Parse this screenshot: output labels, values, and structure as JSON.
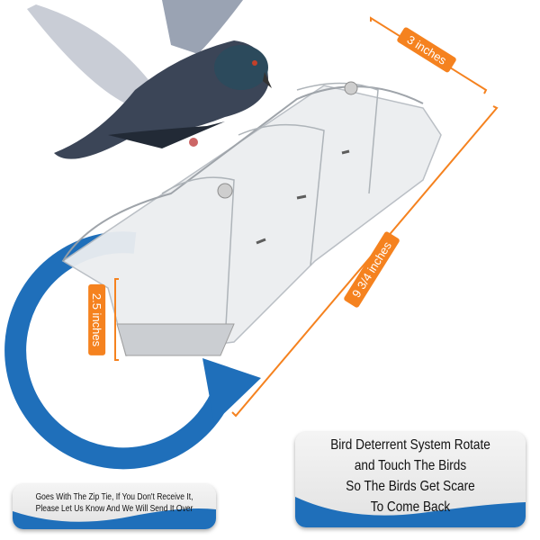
{
  "dimensions": {
    "width_label": "3 inches",
    "length_label": "9 3/4 inches",
    "height_label": "2.5 inches"
  },
  "notes": {
    "zip_tie_lines": [
      "Goes With The Zip Tie, If You Don't Receive It,",
      "Please Let Us Know And We Will Send It Over"
    ],
    "feature_lines": [
      "Bird Deterrent System Rotate",
      "and Touch The Birds",
      "So The Birds Get Scare",
      "To Come Back"
    ]
  },
  "colors": {
    "accent_orange": "#f5821f",
    "accent_blue": "#1f6fba"
  }
}
